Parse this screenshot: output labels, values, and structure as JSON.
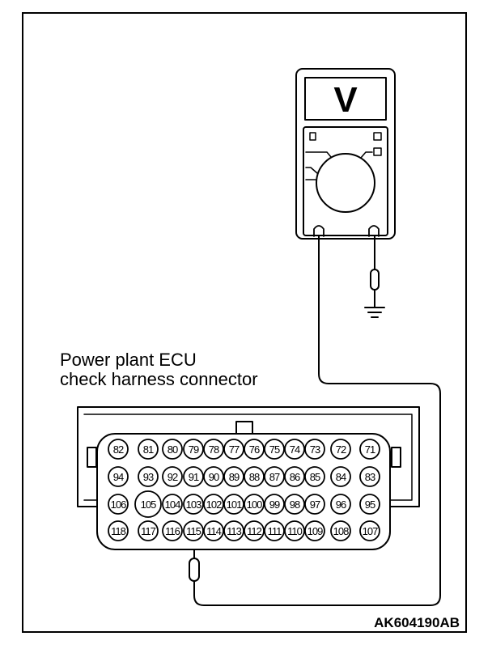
{
  "connector": {
    "title_line1": "Power plant ECU",
    "title_line2": "check harness connector",
    "rows": [
      [
        "82",
        "81",
        "80",
        "79",
        "78",
        "77",
        "76",
        "75",
        "74",
        "73",
        "72",
        "71"
      ],
      [
        "94",
        "93",
        "92",
        "91",
        "90",
        "89",
        "88",
        "87",
        "86",
        "85",
        "84",
        "83"
      ],
      [
        "106",
        "105",
        "104",
        "103",
        "102",
        "101",
        "100",
        "99",
        "98",
        "97",
        "96",
        "95"
      ],
      [
        "118",
        "117",
        "116",
        "115",
        "114",
        "113",
        "112",
        "111",
        "110",
        "109",
        "108",
        "107"
      ]
    ],
    "probed_pin": "115"
  },
  "meter": {
    "display_symbol": "V"
  },
  "figure_id": "AK604190AB"
}
